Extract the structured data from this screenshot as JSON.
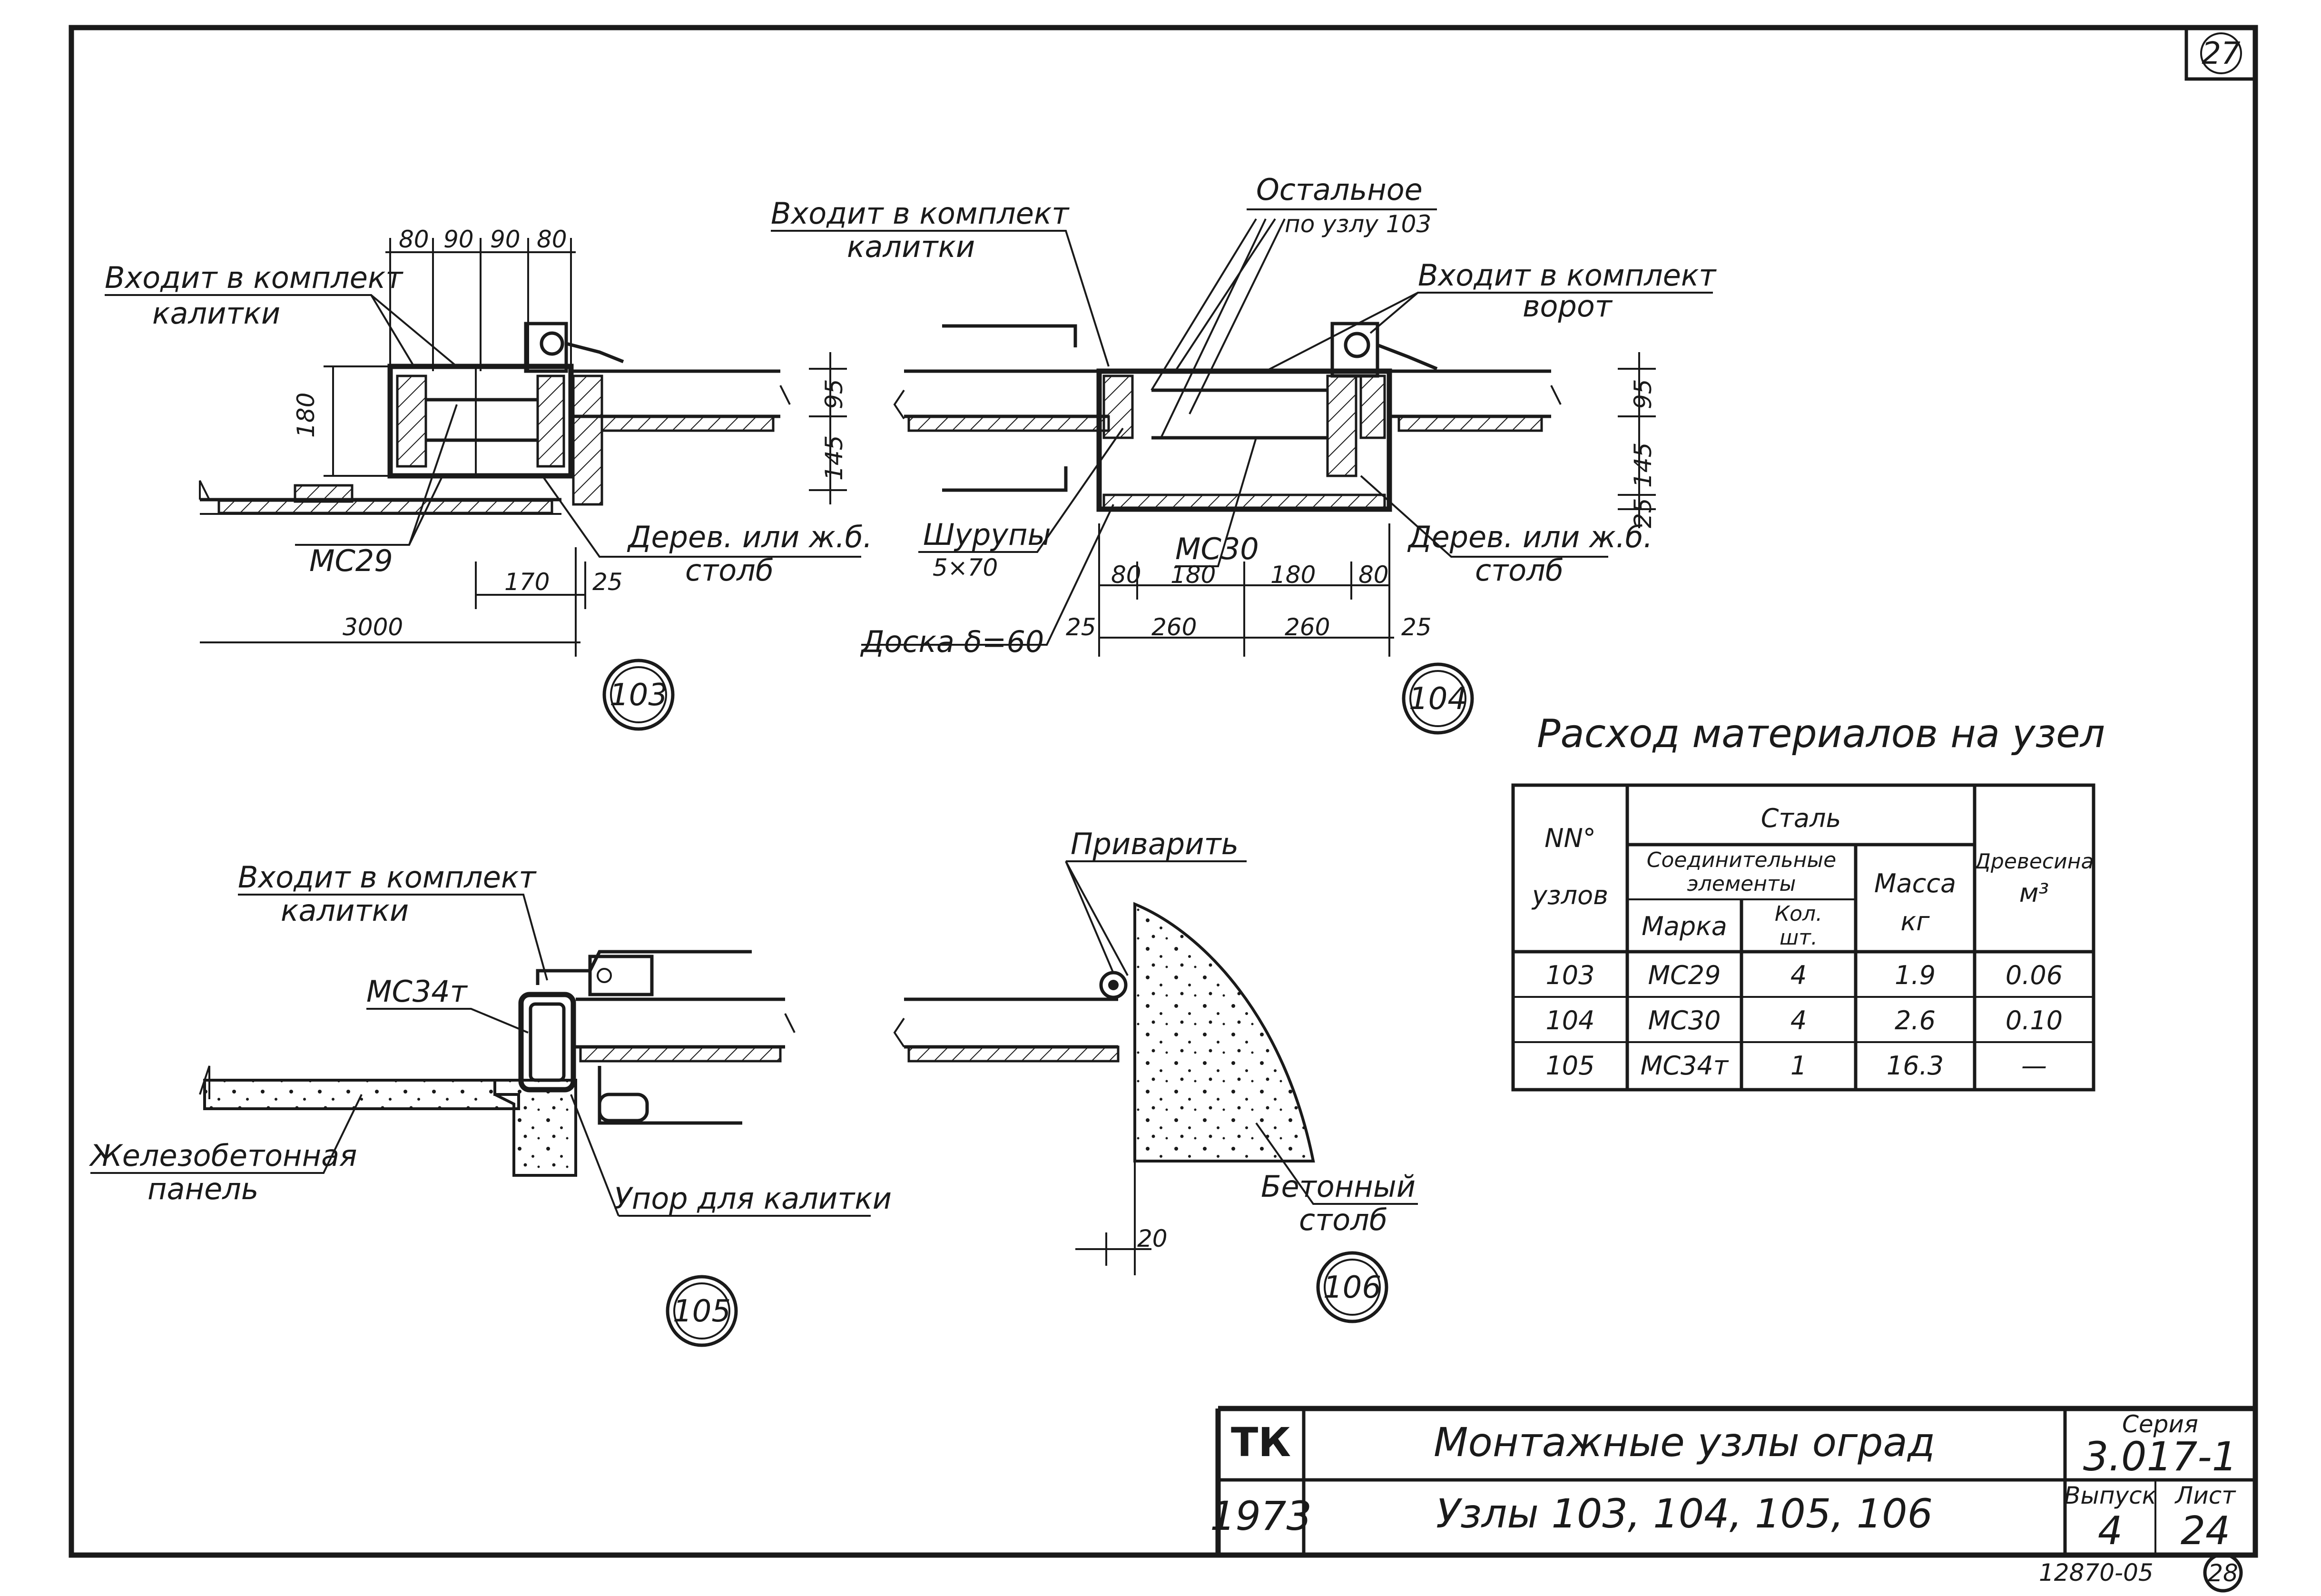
{
  "sheet": {
    "page_number_top": "27",
    "page_number_bottom": "28",
    "drawing_code": "12870-05"
  },
  "nodes": [
    {
      "id": "103",
      "labels": {
        "kit_gate": "Входит в комплект",
        "kit_gate_2": "калитки",
        "mark": "МС29",
        "post": "Дерев. или ж.б.",
        "post_2": "столб"
      },
      "dims_top": [
        "80",
        "90",
        "90",
        "80"
      ],
      "dim_height": "180",
      "dim_170": "170",
      "dim_25": "25",
      "dim_3000": "3000",
      "dim_95": "95",
      "dim_145": "145"
    },
    {
      "id": "104",
      "labels": {
        "kit_gate": "Входит в комплект",
        "kit_gate_2": "калитки",
        "rest": "Остальное",
        "rest_2": "по узлу 103",
        "kit_gates": "Входит в комплект",
        "kit_gates_2": "ворот",
        "screws": "Шурупы",
        "screws_2": "5×70",
        "mark": "МС30",
        "post": "Дерев. или ж.б.",
        "post_2": "столб",
        "board": "Доска δ=60"
      },
      "dims_a": [
        "80",
        "180",
        "180",
        "80"
      ],
      "dims_b": [
        "25",
        "260",
        "260",
        "25"
      ],
      "dim_95": "95",
      "dim_145": "145",
      "dim_25": "25"
    },
    {
      "id": "105",
      "labels": {
        "kit_gate": "Входит в комплект",
        "kit_gate_2": "калитки",
        "mark": "МС34т",
        "panel": "Железобетонная",
        "panel_2": "панель",
        "stop": "Упор для калитки"
      }
    },
    {
      "id": "106",
      "labels": {
        "weld": "Приварить",
        "post": "Бетонный",
        "post_2": "столб"
      },
      "dim": "20"
    }
  ],
  "materials": {
    "title": "Расход материалов на узел",
    "headers": {
      "nodes_1": "NN°",
      "nodes_2": "узлов",
      "steel": "Сталь",
      "connectors_1": "Соединительные",
      "connectors_2": "элементы",
      "mark": "Марка",
      "qty_1": "Кол.",
      "qty_2": "шт.",
      "mass_1": "Масса",
      "mass_2": "кг",
      "wood_1": "Древесина",
      "wood_2": "м³"
    },
    "rows": [
      {
        "node": "103",
        "mark": "МС29",
        "qty": "4",
        "mass": "1.9",
        "wood": "0.06"
      },
      {
        "node": "104",
        "mark": "МС30",
        "qty": "4",
        "mass": "2.6",
        "wood": "0.10"
      },
      {
        "node": "105",
        "mark": "МС34т",
        "qty": "1",
        "mass": "16.3",
        "wood": "—"
      }
    ]
  },
  "title_block": {
    "org": "ТК",
    "year": "1973",
    "title": "Монтажные узлы оград",
    "subtitle": "Узлы 103, 104, 105, 106",
    "series_label": "Серия",
    "series": "3.017-1",
    "issue_label": "Выпуск",
    "issue": "4",
    "sheet_label": "Лист",
    "sheet": "24"
  }
}
